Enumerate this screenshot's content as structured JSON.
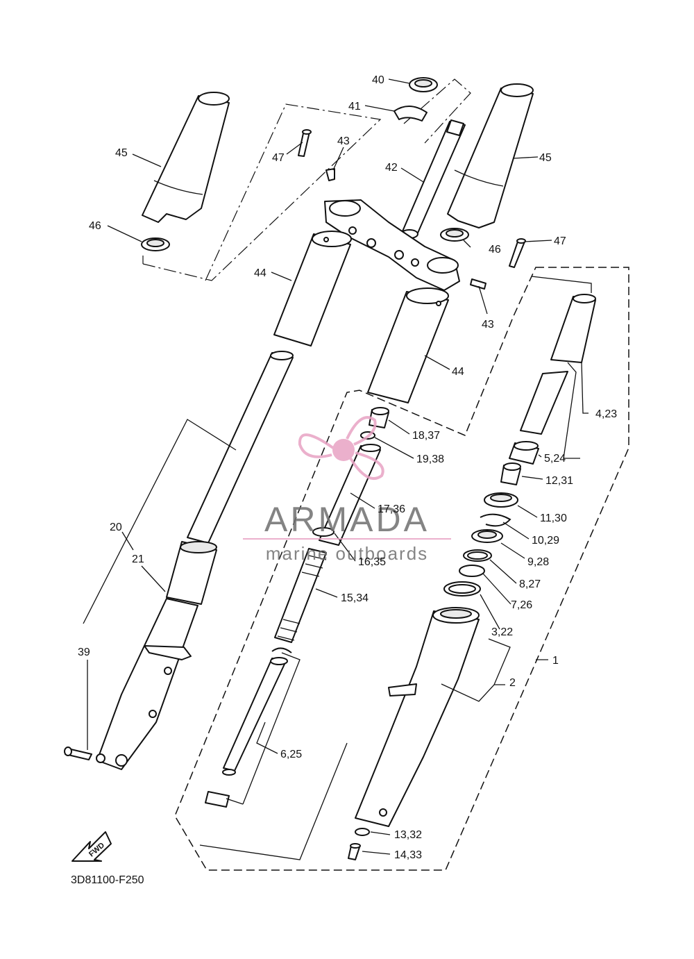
{
  "diagram": {
    "code": "3D81100-F250",
    "fwd_label": "FWD",
    "labels": {
      "l40": "40",
      "l41": "41",
      "l45a": "45",
      "l45b": "45",
      "l47a": "47",
      "l43a": "43",
      "l42": "42",
      "l46a": "46",
      "l46b": "46",
      "l47b": "47",
      "l44a": "44",
      "l43b": "43",
      "l44b": "44",
      "l4_23": "4,23",
      "l18_37": "18,37",
      "l19_38": "19,38",
      "l5_24": "5,24",
      "l12_31": "12,31",
      "l17_36": "17,36",
      "l11_30": "11,30",
      "l20": "20",
      "l10_29": "10,29",
      "l21": "21",
      "l16_35": "16,35",
      "l9_28": "9,28",
      "l8_27": "8,27",
      "l15_34": "15,34",
      "l7_26": "7,26",
      "l3_22": "3,22",
      "l39": "39",
      "l1": "1",
      "l2": "2",
      "l6_25": "6,25",
      "l13_32": "13,32",
      "l14_33": "14,33"
    }
  },
  "watermark": {
    "brand": "ARMADA",
    "tagline": "marine outboards",
    "brand_color": "#6f6f6f",
    "accent_color": "#e8a3c4"
  }
}
